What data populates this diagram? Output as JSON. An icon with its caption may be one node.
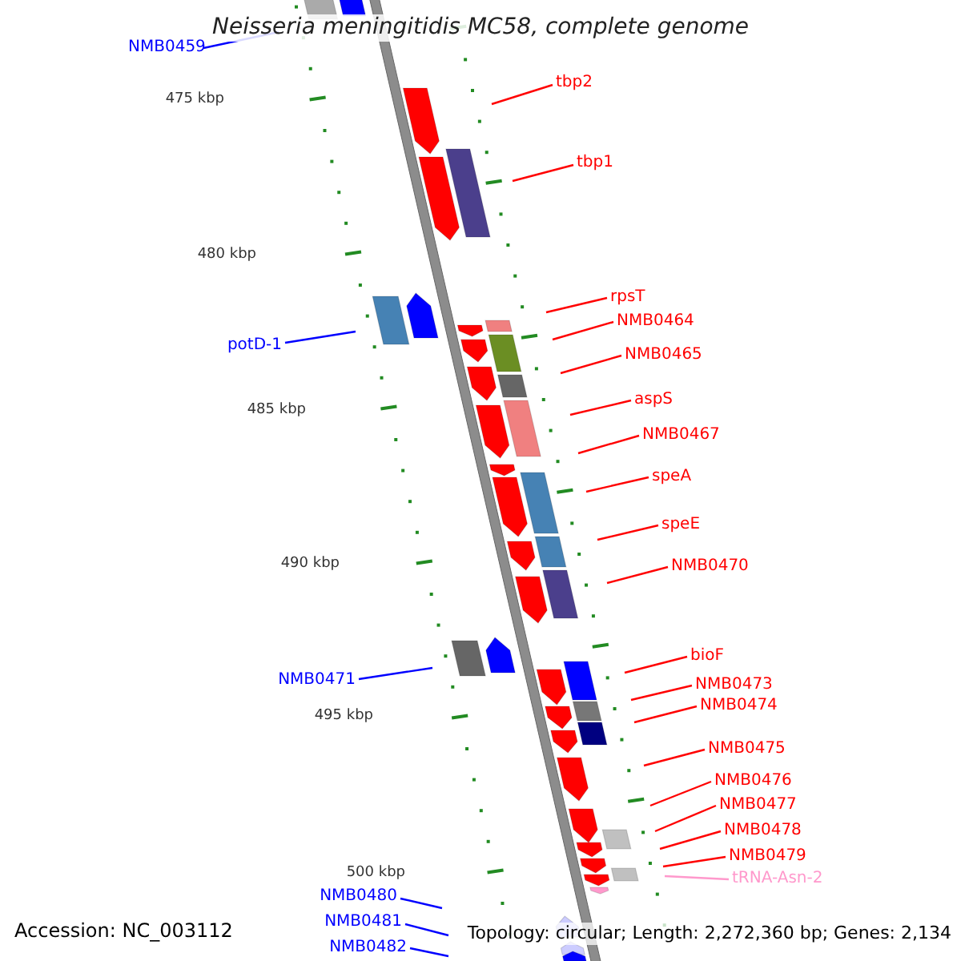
{
  "diagram": {
    "title": "Neisseria meningitidis MC58, complete genome",
    "nodes": [
      {
        "text": [
          "NMB0459"
        ]
      },
      {
        "text": [
          "tbp2"
        ]
      },
      {
        "text": [
          "tbp1"
        ]
      },
      {
        "text": [
          "rpsT"
        ]
      },
      {
        "text": [
          "NMB0464"
        ]
      },
      {
        "text": [
          "potD-1"
        ]
      },
      {
        "text": [
          "NMB0465"
        ]
      },
      {
        "text": [
          "aspS"
        ]
      },
      {
        "text": [
          "NMB0467"
        ]
      },
      {
        "text": [
          "speA"
        ]
      },
      {
        "text": [
          "speE"
        ]
      },
      {
        "text": [
          "NMB0470"
        ]
      },
      {
        "text": [
          "bioF"
        ]
      },
      {
        "text": [
          "NMB0471"
        ]
      },
      {
        "text": [
          "NMB0473"
        ]
      },
      {
        "text": [
          "NMB0474"
        ]
      },
      {
        "text": [
          "NMB0475"
        ]
      },
      {
        "text": [
          "NMB0476"
        ]
      },
      {
        "text": [
          "NMB0477"
        ]
      },
      {
        "text": [
          "NMB0478"
        ]
      },
      {
        "text": [
          "NMB0479"
        ]
      },
      {
        "text": [
          "tRNA-Asn-2"
        ]
      },
      {
        "text": [
          "NMB0480"
        ]
      },
      {
        "text": [
          "NMB0481"
        ]
      },
      {
        "text": [
          "NMB0482"
        ]
      }
    ],
    "edges": [
      {
        "from": 0,
        "to": null,
        "arrow": "none",
        "color": "#0000ff"
      },
      {
        "from": 1,
        "to": null,
        "arrow": "none"
      },
      {
        "from": 2,
        "to": null,
        "arrow": "none"
      },
      {
        "from": 3,
        "to": null,
        "arrow": "none"
      },
      {
        "from": 4,
        "to": null,
        "arrow": "none"
      },
      {
        "from": 5,
        "to": null,
        "arrow": "none",
        "color": "#0000ff"
      },
      {
        "from": 6,
        "to": null,
        "arrow": "none"
      },
      {
        "from": 7,
        "to": null,
        "arrow": "none"
      },
      {
        "from": 8,
        "to": null,
        "arrow": "none"
      },
      {
        "from": 9,
        "to": null,
        "arrow": "none"
      },
      {
        "from": 10,
        "to": null,
        "arrow": "none"
      },
      {
        "from": 11,
        "to": null,
        "arrow": "none"
      },
      {
        "from": 12,
        "to": null,
        "arrow": "none"
      },
      {
        "from": 13,
        "to": null,
        "arrow": "none",
        "color": "#0000ff"
      },
      {
        "from": 14,
        "to": null,
        "arrow": "none"
      },
      {
        "from": 15,
        "to": null,
        "arrow": "none"
      },
      {
        "from": 16,
        "to": null,
        "arrow": "none"
      },
      {
        "from": 17,
        "to": null,
        "arrow": "none"
      },
      {
        "from": 18,
        "to": null,
        "arrow": "none"
      },
      {
        "from": 19,
        "to": null,
        "arrow": "none"
      },
      {
        "from": 20,
        "to": null,
        "arrow": "none"
      },
      {
        "from": 21,
        "to": null,
        "arrow": "none",
        "color": "#ff99cc"
      },
      {
        "from": 22,
        "to": null,
        "arrow": "none",
        "color": "#0000ff"
      },
      {
        "from": 23,
        "to": null,
        "arrow": "none",
        "color": "#0000ff"
      },
      {
        "from": 24,
        "to": null,
        "arrow": "none",
        "color": "#0000ff"
      }
    ],
    "labels": [
      "475 kbp",
      "480 kbp",
      "485 kbp",
      "490 kbp",
      "495 kbp",
      "500 kbp",
      "Accession: NC_003112",
      "Topology: circular; Length: 2,272,360 bp; Genes: 2,134"
    ]
  }
}
